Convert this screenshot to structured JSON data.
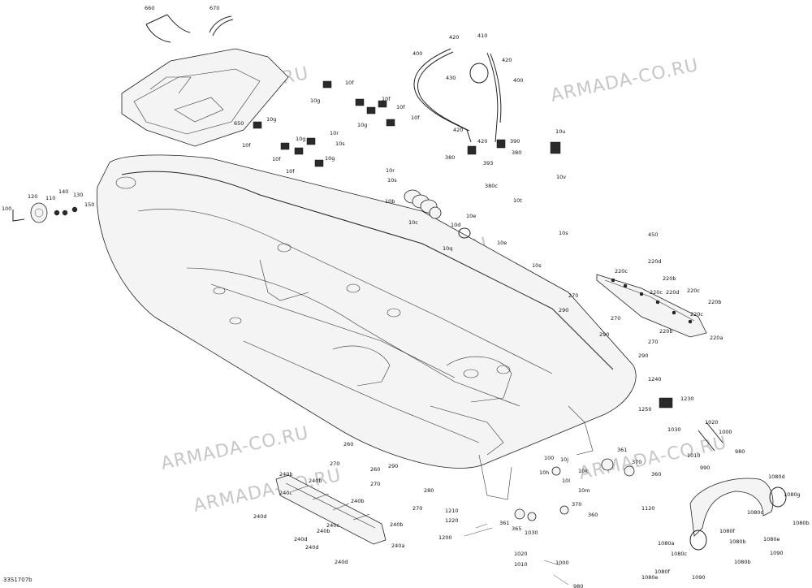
{
  "watermark": "ARMADA-CO.RU",
  "diagram_id": "33S1707b",
  "labels": [
    {
      "id": "660",
      "t": "660"
    },
    {
      "id": "670",
      "t": "670"
    },
    {
      "id": "650",
      "t": "650"
    },
    {
      "id": "100",
      "t": "100"
    },
    {
      "id": "120",
      "t": "120"
    },
    {
      "id": "110",
      "t": "110"
    },
    {
      "id": "140",
      "t": "140"
    },
    {
      "id": "130",
      "t": "130"
    },
    {
      "id": "150",
      "t": "150"
    },
    {
      "id": "10f_a",
      "t": "10f"
    },
    {
      "id": "10g_a",
      "t": "10g"
    },
    {
      "id": "10f_b",
      "t": "10f"
    },
    {
      "id": "10g_b",
      "t": "10g"
    },
    {
      "id": "10f_c",
      "t": "10f"
    },
    {
      "id": "10f_d",
      "t": "10f"
    },
    {
      "id": "10g_c",
      "t": "10g"
    },
    {
      "id": "10f_e",
      "t": "10f"
    },
    {
      "id": "10g_d",
      "t": "10g"
    },
    {
      "id": "10r_a",
      "t": "10r"
    },
    {
      "id": "10s_a",
      "t": "10s"
    },
    {
      "id": "10f_f",
      "t": "10f"
    },
    {
      "id": "10g_e",
      "t": "10g"
    },
    {
      "id": "10f_g",
      "t": "10f"
    },
    {
      "id": "10r_b",
      "t": "10r"
    },
    {
      "id": "10s_b",
      "t": "10s"
    },
    {
      "id": "10b",
      "t": "10b"
    },
    {
      "id": "10c",
      "t": "10c"
    },
    {
      "id": "10e_a",
      "t": "10e"
    },
    {
      "id": "10d",
      "t": "10d"
    },
    {
      "id": "10q",
      "t": "10q"
    },
    {
      "id": "10e_b",
      "t": "10e"
    },
    {
      "id": "10t",
      "t": "10t"
    },
    {
      "id": "10s_c",
      "t": "10s"
    },
    {
      "id": "10s_d",
      "t": "10s"
    },
    {
      "id": "400_a",
      "t": "400"
    },
    {
      "id": "400_b",
      "t": "400"
    },
    {
      "id": "420_a",
      "t": "420"
    },
    {
      "id": "410",
      "t": "410"
    },
    {
      "id": "420_b",
      "t": "420"
    },
    {
      "id": "430",
      "t": "430"
    },
    {
      "id": "420_c",
      "t": "420"
    },
    {
      "id": "420_d",
      "t": "420"
    },
    {
      "id": "390",
      "t": "390"
    },
    {
      "id": "380_a",
      "t": "380"
    },
    {
      "id": "380_b",
      "t": "380"
    },
    {
      "id": "393",
      "t": "393"
    },
    {
      "id": "380c",
      "t": "380c"
    },
    {
      "id": "10u",
      "t": "10u"
    },
    {
      "id": "10v",
      "t": "10v"
    },
    {
      "id": "450",
      "t": "450"
    },
    {
      "id": "220d",
      "t": "220d"
    },
    {
      "id": "220c_a",
      "t": "220c"
    },
    {
      "id": "220b_a",
      "t": "220b"
    },
    {
      "id": "220c_b",
      "t": "220c"
    },
    {
      "id": "220d_b",
      "t": "220d"
    },
    {
      "id": "220c_c",
      "t": "220c"
    },
    {
      "id": "220b_b",
      "t": "220b"
    },
    {
      "id": "220c_d",
      "t": "220c"
    },
    {
      "id": "220b_c",
      "t": "220b"
    },
    {
      "id": "220a",
      "t": "220a"
    },
    {
      "id": "270_a",
      "t": "270"
    },
    {
      "id": "290_a",
      "t": "290"
    },
    {
      "id": "270_b",
      "t": "270"
    },
    {
      "id": "290_b",
      "t": "290"
    },
    {
      "id": "270_c",
      "t": "270"
    },
    {
      "id": "290_c",
      "t": "290"
    },
    {
      "id": "1240",
      "t": "1240"
    },
    {
      "id": "1250",
      "t": "1250"
    },
    {
      "id": "1230",
      "t": "1230"
    },
    {
      "id": "1030",
      "t": "1030"
    },
    {
      "id": "1020",
      "t": "1020"
    },
    {
      "id": "1000_a",
      "t": "1000"
    },
    {
      "id": "1010",
      "t": "1010"
    },
    {
      "id": "990",
      "t": "990"
    },
    {
      "id": "980",
      "t": "980"
    },
    {
      "id": "361_a",
      "t": "361"
    },
    {
      "id": "370_a",
      "t": "370"
    },
    {
      "id": "360_a",
      "t": "360"
    },
    {
      "id": "100_b",
      "t": "100"
    },
    {
      "id": "10j",
      "t": "10j"
    },
    {
      "id": "10h",
      "t": "10h"
    },
    {
      "id": "10k",
      "t": "10k"
    },
    {
      "id": "10l",
      "t": "10l"
    },
    {
      "id": "10m",
      "t": "10m"
    },
    {
      "id": "361_b",
      "t": "361"
    },
    {
      "id": "365",
      "t": "365"
    },
    {
      "id": "370_b",
      "t": "370"
    },
    {
      "id": "360_b",
      "t": "360"
    },
    {
      "id": "1080d",
      "t": "1080d"
    },
    {
      "id": "1080g",
      "t": "1080g"
    },
    {
      "id": "1120",
      "t": "1120"
    },
    {
      "id": "1080b_a",
      "t": "1080b"
    },
    {
      "id": "1080c_a",
      "t": "1080c"
    },
    {
      "id": "1080f_a",
      "t": "1080f"
    },
    {
      "id": "1080e",
      "t": "1080e"
    },
    {
      "id": "1080b_b",
      "t": "1080b"
    },
    {
      "id": "1090",
      "t": "1090"
    },
    {
      "id": "1080a",
      "t": "1080a"
    },
    {
      "id": "1080c_b",
      "t": "1080c"
    },
    {
      "id": "1080f_b",
      "t": "1080f"
    },
    {
      "id": "1080e_b",
      "t": "1080e"
    },
    {
      "id": "1090_b",
      "t": "1090"
    },
    {
      "id": "1080b_c",
      "t": "1080b"
    },
    {
      "id": "1210",
      "t": "1210"
    },
    {
      "id": "1220",
      "t": "1220"
    },
    {
      "id": "1200",
      "t": "1200"
    },
    {
      "id": "1030_b",
      "t": "1030"
    },
    {
      "id": "1020_b",
      "t": "1020"
    },
    {
      "id": "1010_b",
      "t": "1010"
    },
    {
      "id": "1000_b",
      "t": "1000"
    },
    {
      "id": "980_b",
      "t": "980"
    },
    {
      "id": "260",
      "t": "260"
    },
    {
      "id": "270_d",
      "t": "270"
    },
    {
      "id": "240b_a",
      "t": "240b"
    },
    {
      "id": "240c_a",
      "t": "240c"
    },
    {
      "id": "240b_b",
      "t": "240b"
    },
    {
      "id": "240d_a",
      "t": "240d"
    },
    {
      "id": "240c_b",
      "t": "240c"
    },
    {
      "id": "240b_c",
      "t": "240b"
    },
    {
      "id": "240d_b",
      "t": "240d"
    },
    {
      "id": "240b_d",
      "t": "240b"
    },
    {
      "id": "240a",
      "t": "240a"
    },
    {
      "id": "240d_c",
      "t": "240d"
    },
    {
      "id": "240d_d",
      "t": "240d"
    },
    {
      "id": "260_b",
      "t": "260"
    },
    {
      "id": "270_e",
      "t": "270"
    },
    {
      "id": "290_d",
      "t": "290"
    },
    {
      "id": "280",
      "t": "280"
    },
    {
      "id": "270_f",
      "t": "270"
    },
    {
      "id": "240b_e",
      "t": "240b"
    }
  ]
}
